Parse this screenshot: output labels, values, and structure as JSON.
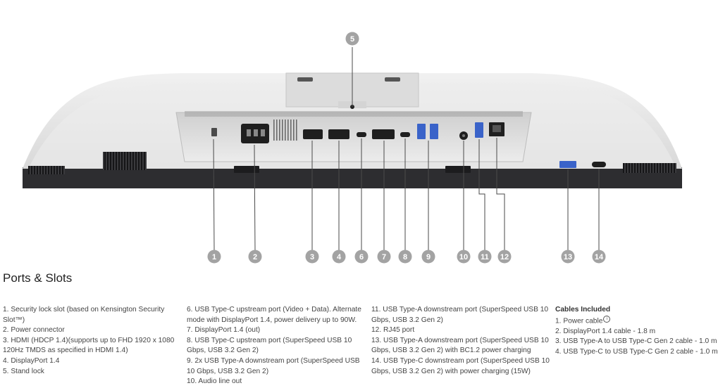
{
  "section_title": "Ports & Slots",
  "callouts": [
    "1",
    "2",
    "3",
    "4",
    "5",
    "6",
    "7",
    "8",
    "9",
    "10",
    "11",
    "12",
    "13",
    "14"
  ],
  "columns": [
    {
      "items": [
        {
          "lines": [
            "1. Security lock slot (based on Kensington Security",
            "Slot™)"
          ]
        },
        {
          "lines": [
            "2. Power connector"
          ]
        },
        {
          "lines": [
            "3. HDMI (HDCP 1.4)(supports up to FHD 1920 x 1080",
            "120Hz TMDS as specified in HDMI 1.4)"
          ]
        },
        {
          "lines": [
            "4. DisplayPort 1.4"
          ]
        },
        {
          "lines": [
            "5. Stand lock"
          ]
        }
      ]
    },
    {
      "items": [
        {
          "lines": [
            "6. USB Type-C upstream port (Video + Data). Alternate",
            "mode with DisplayPort 1.4, power delivery up to 90W."
          ]
        },
        {
          "lines": [
            "7. DisplayPort 1.4 (out)"
          ]
        },
        {
          "lines": [
            "8. USB Type-C upstream port (SuperSpeed USB 10",
            "Gbps, USB 3.2 Gen 2)"
          ]
        },
        {
          "lines": [
            "9. 2x USB Type-A downstream port (SuperSpeed USB",
            "10 Gbps, USB 3.2 Gen 2)"
          ]
        },
        {
          "lines": [
            "10. Audio line out"
          ]
        }
      ]
    },
    {
      "items": [
        {
          "lines": [
            "11. USB Type-A downstream port (SuperSpeed USB 10",
            "Gbps, USB 3.2 Gen 2)"
          ]
        },
        {
          "lines": [
            "12. RJ45 port"
          ]
        },
        {
          "lines": [
            "13. USB Type-A downstream port (SuperSpeed USB 10",
            "Gbps, USB 3.2 Gen 2) with BC1.2 power charging"
          ]
        },
        {
          "lines": [
            "14. USB Type-C downstream port (SuperSpeed USB 10",
            "Gbps, USB 3.2 Gen 2) with power charging (15W)"
          ]
        }
      ]
    }
  ],
  "cables": {
    "heading": "Cables Included",
    "items": [
      {
        "text": "1. Power cable",
        "info_icon": "info-icon"
      },
      {
        "text": "2. DisplayPort 1.4 cable - 1.8 m"
      },
      {
        "text": "3. USB Type-A to USB Type-C Gen 2 cable - 1.0 m"
      },
      {
        "text": "4. USB Type-C to USB Type-C Gen 2 cable - 1.0 m"
      }
    ]
  },
  "colors": {
    "callout_badge": "#a3a3a3",
    "monitor_silver": "#e6e6e6",
    "monitor_dark": "#2d2d30",
    "usb_blue": "#3a63c9"
  }
}
